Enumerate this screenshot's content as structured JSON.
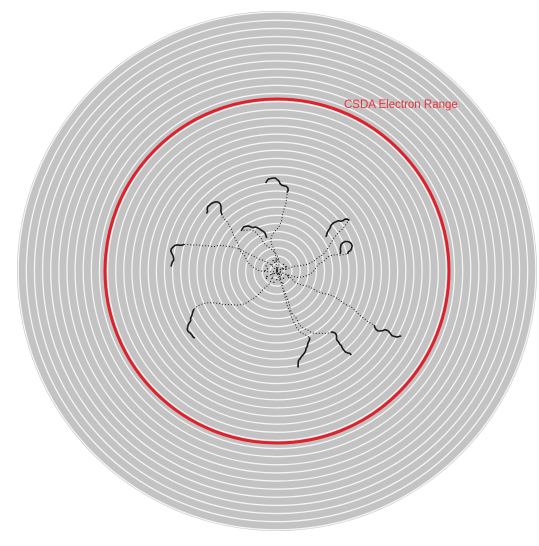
{
  "diagram": {
    "range_label": "CSDA Electron Range",
    "colors": {
      "background": "#ffffff",
      "shell_fill": "#c3c3c3",
      "shell_line": "#f5f5f5",
      "range_circle": "#e0202a",
      "range_label": "#e8333b",
      "track": "#1a1a1a"
    },
    "shell_count": 32,
    "track_count": 10
  }
}
